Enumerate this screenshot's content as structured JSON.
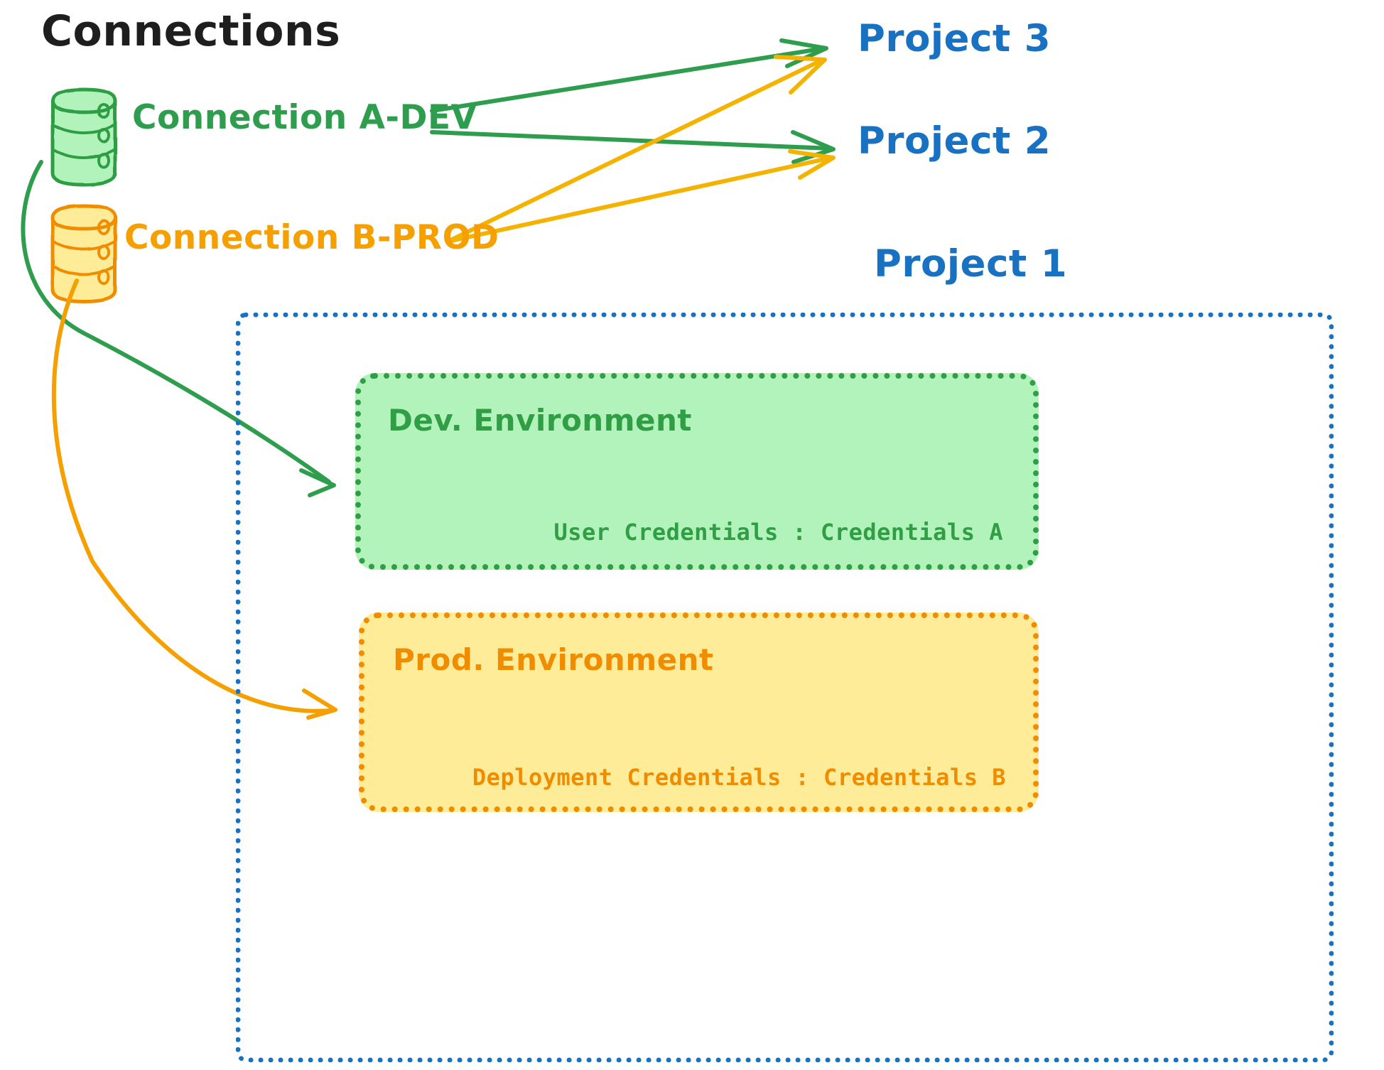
{
  "diagram": {
    "title": "Connections",
    "title_color": "#1e1e1e",
    "background": "#ffffff"
  },
  "connections": [
    {
      "id": "connection-a-dev",
      "label": "Connection A-DEV",
      "color": "#2e9e4e",
      "fill": "#b2f2bb",
      "icon": "database-cylinder-icon"
    },
    {
      "id": "connection-b-prod",
      "label": "Connection B-PROD",
      "color": "#f59f00",
      "fill": "#ffec99",
      "icon": "database-cylinder-icon"
    }
  ],
  "projects": [
    {
      "id": "project-3",
      "label": "Project 3",
      "color": "#1971c2"
    },
    {
      "id": "project-2",
      "label": "Project 2",
      "color": "#1971c2"
    },
    {
      "id": "project-1",
      "label": "Project 1",
      "color": "#1971c2"
    }
  ],
  "project1_container": {
    "border_color": "#1971c2",
    "border_style": "dotted"
  },
  "environments": [
    {
      "id": "dev-environment",
      "title": "Dev. Environment",
      "credentials_text": "User Credentials : Credentials A",
      "fill": "#b2f2bb",
      "border_color": "#2f9e44",
      "text_color": "#2f9e44"
    },
    {
      "id": "prod-environment",
      "title": "Prod. Environment",
      "credentials_text": "Deployment Credentials : Credentials B",
      "fill": "#ffec99",
      "border_color": "#f08c00",
      "text_color": "#f08c00"
    }
  ],
  "edges": [
    {
      "id": "edge-a-dev-to-project-3",
      "from": "connection-a-dev",
      "to": "project-3",
      "color": "#2e9e4e"
    },
    {
      "id": "edge-a-dev-to-project-2",
      "from": "connection-a-dev",
      "to": "project-2",
      "color": "#2e9e4e"
    },
    {
      "id": "edge-b-prod-to-project-3",
      "from": "connection-b-prod",
      "to": "project-3",
      "color": "#f5b301"
    },
    {
      "id": "edge-b-prod-to-project-2",
      "from": "connection-b-prod",
      "to": "project-2",
      "color": "#f5b301"
    },
    {
      "id": "edge-a-dev-to-dev-environment",
      "from": "connection-a-dev",
      "to": "dev-environment",
      "color": "#2e9e4e"
    },
    {
      "id": "edge-b-prod-to-prod-environment",
      "from": "connection-b-prod",
      "to": "prod-environment",
      "color": "#f59f00"
    }
  ]
}
